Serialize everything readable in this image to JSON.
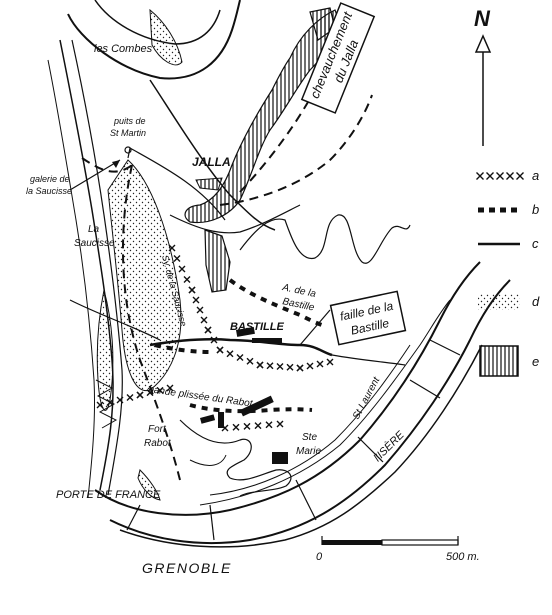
{
  "north_label": "N",
  "labels": {
    "les_combes": "les Combes",
    "puits_line1": "puits de",
    "puits_line2": "St Martin",
    "galerie_line1": "galerie de",
    "galerie_line2": "la Saucisse",
    "la_line1": "La",
    "la_line2": "Saucisse",
    "jalla": "JALLA",
    "chev_line1": "chevauchement",
    "chev_line2": "du Jalla",
    "ad_line1": "A. de la",
    "ad_line2": "Bastille",
    "sy_line": "Sy. de la Saucisse",
    "bastille": "BASTILLE",
    "faille_line1": "faille de la",
    "faille_line2": "Bastille",
    "bande": "bande plissée du Rabot",
    "fort_line1": "Fort",
    "fort_line2": "Rabot",
    "ste_line1": "Ste",
    "ste_line2": "Marie",
    "st_laurent": "St Laurent",
    "isere": "l'ISÈRE",
    "porte": "PORTE DE FRANCE",
    "grenoble": "GRENOBLE"
  },
  "legend": {
    "items": [
      {
        "key": "a"
      },
      {
        "key": "b"
      },
      {
        "key": "c"
      },
      {
        "key": "d"
      },
      {
        "key": "e"
      }
    ]
  },
  "scale": {
    "start_label": "0",
    "end_label": "500 m."
  }
}
